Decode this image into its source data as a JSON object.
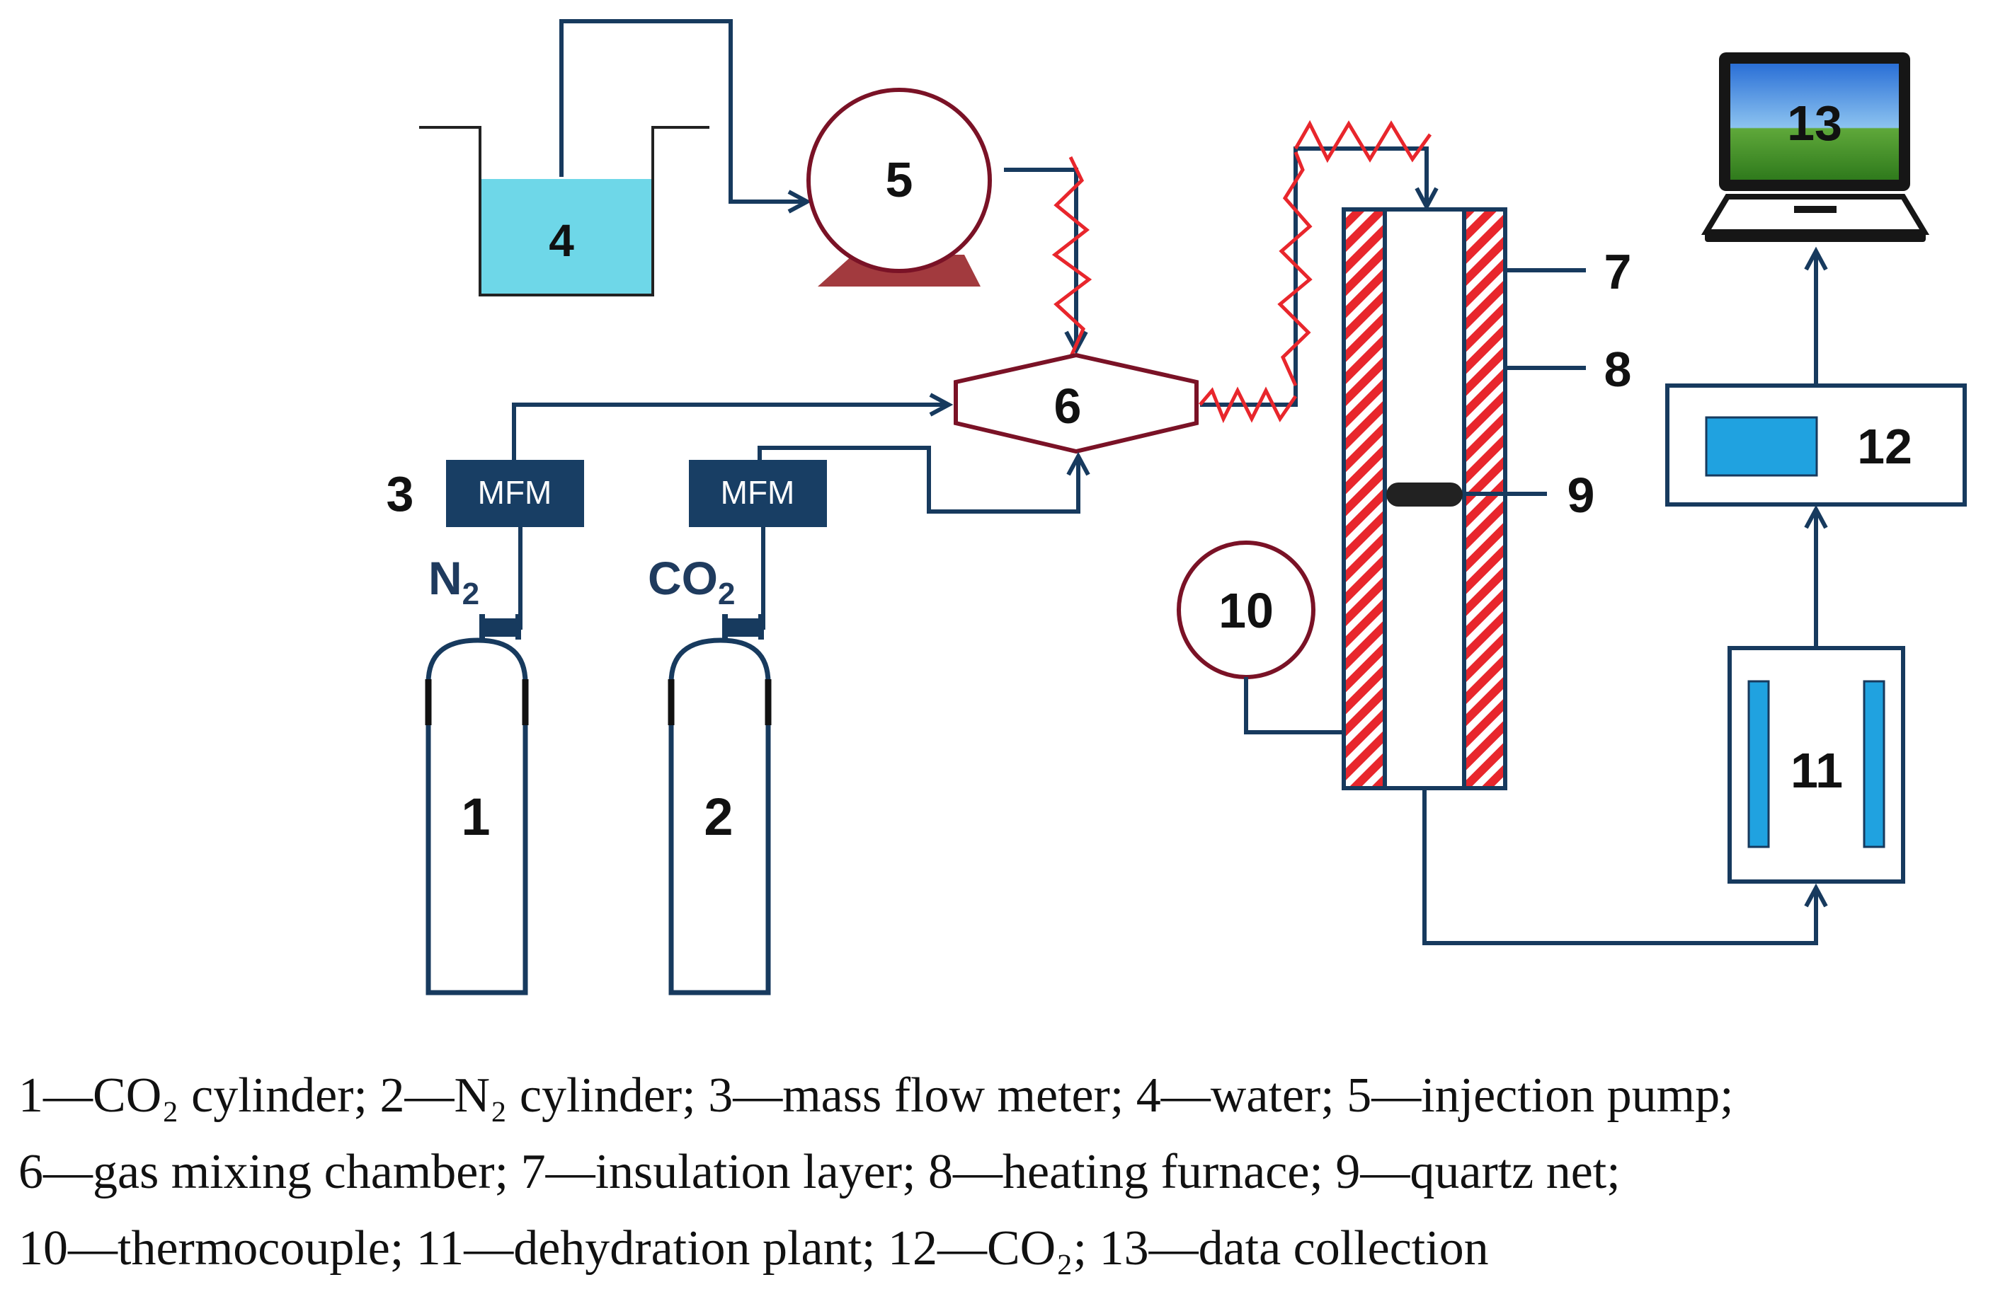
{
  "labels": {
    "cyl1": "1",
    "cyl2": "2",
    "mfm_num": "3",
    "water": "4",
    "pump": "5",
    "mixer": "6",
    "insulation": "7",
    "furnace": "8",
    "quartz": "9",
    "thermocouple": "10",
    "dehydration": "11",
    "analyzer": "12",
    "computer": "13"
  },
  "mfm_label": "MFM",
  "gas": {
    "n2_main": "N",
    "n2_sub": "2",
    "co2_main": "CO",
    "co2_sub": "2"
  },
  "colors": {
    "pipe": "#173a5e",
    "mfm_box": "#183e64",
    "water": "#6ed7e8",
    "dark_red": "#7a1226",
    "heater_red": "#e8262c",
    "blue_fill": "#20a2e0"
  },
  "caption": {
    "line1": "1—CO₂ cylinder; 2—N₂ cylinder; 3—mass flow meter; 4—water; 5—injection pump;",
    "line2": "6—gas mixing chamber; 7—insulation layer; 8—heating furnace; 9—quartz net;",
    "line3": "10—thermocouple; 11—dehydration plant; 12—CO₂; 13—data collection"
  }
}
